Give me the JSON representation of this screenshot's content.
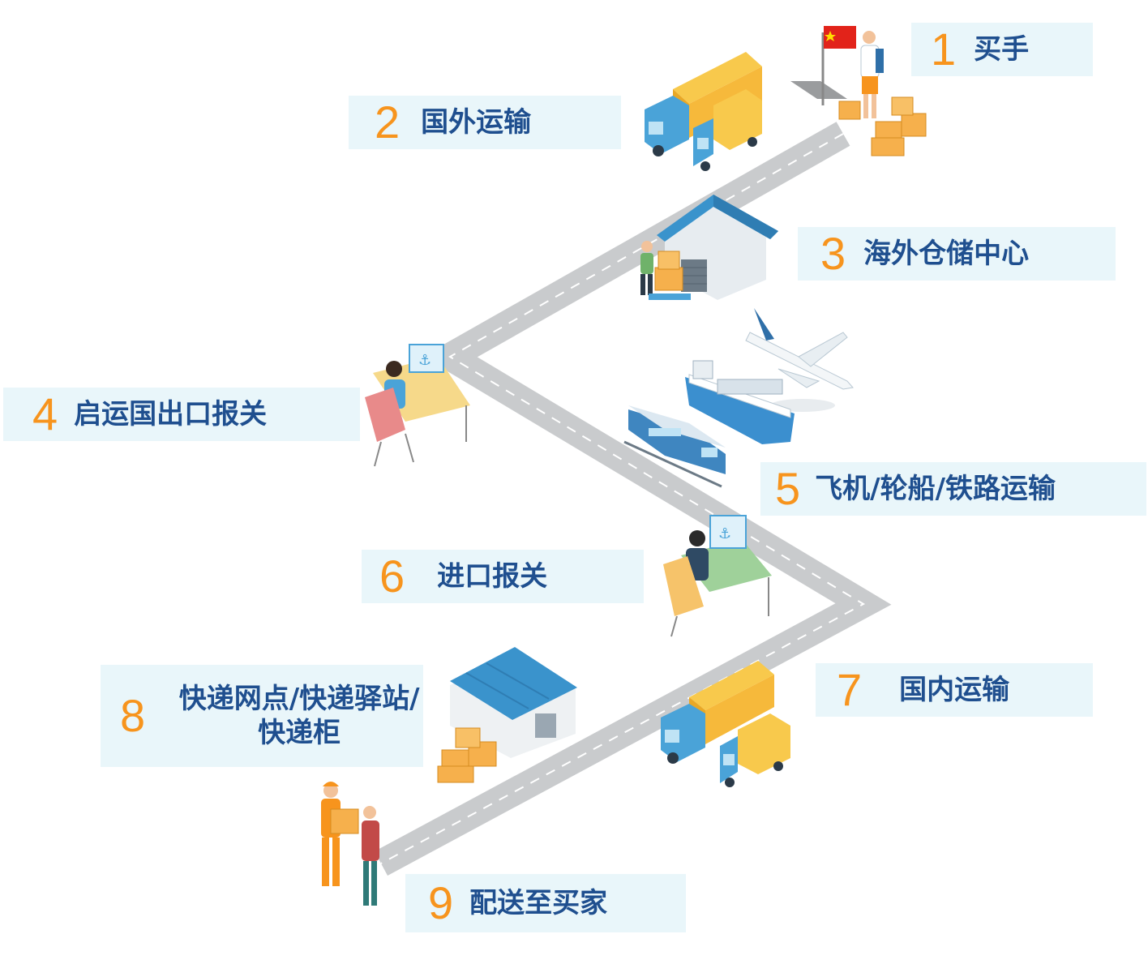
{
  "colors": {
    "number": "#f7941d",
    "label": "#1f4f8f",
    "label_bg": "#e9f6fa",
    "road": "#c9cbcd",
    "road_edge": "#ffffff",
    "accent_blue": "#4aa3d8"
  },
  "steps": [
    {
      "num": "1",
      "label": "买手"
    },
    {
      "num": "2",
      "label": "国外运输"
    },
    {
      "num": "3",
      "label": "海外仓储中心"
    },
    {
      "num": "4",
      "label": "启运国出口报关"
    },
    {
      "num": "5",
      "label": "飞机/轮船/铁路运输"
    },
    {
      "num": "6",
      "label": "进口报关"
    },
    {
      "num": "7",
      "label": "国内运输"
    },
    {
      "num": "8",
      "label": "快递网点/快递驿站/快递柜"
    },
    {
      "num": "9",
      "label": "配送至买家"
    }
  ],
  "icons": [
    "flag-icon",
    "buyer-icon",
    "truck-icon",
    "warehouse-icon",
    "worker-icon",
    "desk-clerk-icon",
    "airplane-icon",
    "ship-icon",
    "train-icon",
    "customs-officer-icon",
    "delivery-person-icon",
    "boxes-icon"
  ]
}
